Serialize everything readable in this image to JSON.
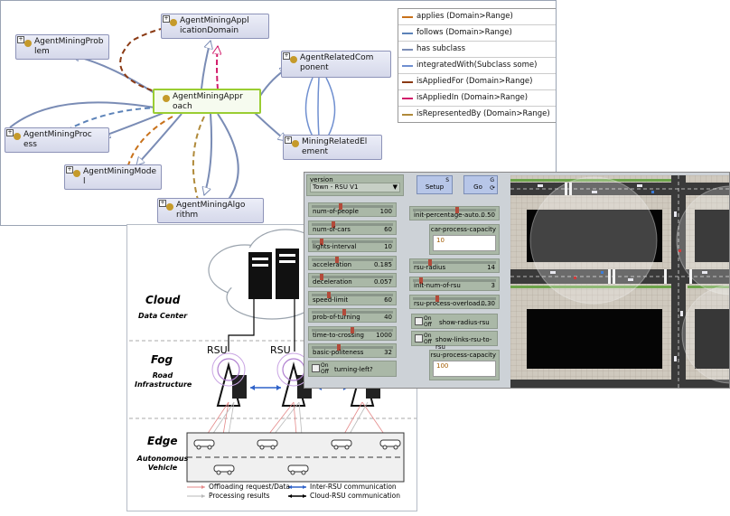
{
  "ontology": {
    "nodes": [
      {
        "id": "problem",
        "label": "AgentMiningProblem",
        "lines": [
          "AgentMiningProb",
          "lem"
        ]
      },
      {
        "id": "appdomain",
        "label": "AgentMiningApplicationDomain",
        "lines": [
          "AgentMiningAppl",
          "icationDomain"
        ]
      },
      {
        "id": "related",
        "label": "AgentRelatedComponent",
        "lines": [
          "AgentRelatedCom",
          "ponent"
        ]
      },
      {
        "id": "approach",
        "label": "AgentMiningApproach",
        "lines": [
          "AgentMiningAppr",
          "oach"
        ]
      },
      {
        "id": "process",
        "label": "AgentMiningProcess",
        "lines": [
          "AgentMiningProc",
          "ess"
        ]
      },
      {
        "id": "element",
        "label": "MiningRelatedElement",
        "lines": [
          "MiningRelatedEl",
          "ement"
        ]
      },
      {
        "id": "model",
        "label": "AgentMiningModel",
        "lines": [
          "AgentMiningMode",
          "l"
        ]
      },
      {
        "id": "algorithm",
        "label": "AgentMiningAlgorithm",
        "lines": [
          "AgentMiningAlgo",
          "rithm"
        ]
      }
    ],
    "legend": [
      {
        "label": "applies (Domain>Range)",
        "color": "#c8711a"
      },
      {
        "label": "follows (Domain>Range)",
        "color": "#5b82b8"
      },
      {
        "label": "has subclass",
        "color": "#7a8cb5"
      },
      {
        "label": "integratedWith(Subclass some)",
        "color": "#6f8fd0"
      },
      {
        "label": "isAppliedFor (Domain>Range)",
        "color": "#8b3a14"
      },
      {
        "label": "isAppliedIn (Domain>Range)",
        "color": "#d21d6b"
      },
      {
        "label": "isRepresentedBy (Domain>Range)",
        "color": "#b08a3a"
      }
    ]
  },
  "architecture": {
    "layers": [
      {
        "title": "Cloud",
        "subtitle": "Data Center"
      },
      {
        "title": "Fog",
        "subtitle": "Road Infrastructure"
      },
      {
        "title": "Edge",
        "subtitle": "Autonomous Vehicle"
      }
    ],
    "rsu_label": "RSU",
    "legend": [
      {
        "label": "Offloading request/Data",
        "color": "#e58a8a"
      },
      {
        "label": "Processing results",
        "color": "#b8b8b8"
      },
      {
        "label": "Inter-RSU communication",
        "color": "#2f62c9"
      },
      {
        "label": "Cloud-RSU communication",
        "color": "#000000"
      }
    ]
  },
  "netlogo": {
    "chooser": {
      "label": "version",
      "value": "Town - RSU V1"
    },
    "buttons": [
      {
        "id": "setup",
        "label": "Setup",
        "key": "S"
      },
      {
        "id": "go",
        "label": "Go",
        "key": "G"
      }
    ],
    "sliders_left": [
      {
        "label": "num-of-people",
        "value": "100",
        "pos": 0.35
      },
      {
        "label": "num-of-cars",
        "value": "60",
        "pos": 0.25
      },
      {
        "label": "lights-interval",
        "value": "10",
        "pos": 0.1
      },
      {
        "label": "acceleration",
        "value": "0.185",
        "pos": 0.3
      },
      {
        "label": "deceleration",
        "value": "0.057",
        "pos": 0.1
      },
      {
        "label": "speed-limit",
        "value": "60",
        "pos": 0.2
      },
      {
        "label": "prob-of-turning",
        "value": "40",
        "pos": 0.4
      },
      {
        "label": "time-to-crossing",
        "value": "1000",
        "pos": 0.5
      },
      {
        "label": "basic-politeness",
        "value": "32",
        "pos": 0.32
      }
    ],
    "switch_left": {
      "on": "On",
      "off": "Off",
      "label": "turning-left?"
    },
    "slider_init_auto": {
      "label": "init-percentage-auto...",
      "value": "0.50",
      "pos": 0.5
    },
    "input_car_capacity": {
      "label": "car-process-capacity",
      "value": "10"
    },
    "sliders_mid": [
      {
        "label": "rsu-radius",
        "value": "14",
        "pos": 0.2
      },
      {
        "label": "init-num-of-rsu",
        "value": "3",
        "pos": 0.1
      },
      {
        "label": "rsu-process-overload...",
        "value": "0.30",
        "pos": 0.3
      }
    ],
    "switches_mid": [
      {
        "on": "On",
        "off": "Off",
        "label": "show-radius-rsu"
      },
      {
        "on": "On",
        "off": "Off",
        "label": "show-links-rsu-to-rsu"
      }
    ],
    "input_rsu_capacity": {
      "label": "rsu-process-capacity",
      "value": "100"
    }
  }
}
